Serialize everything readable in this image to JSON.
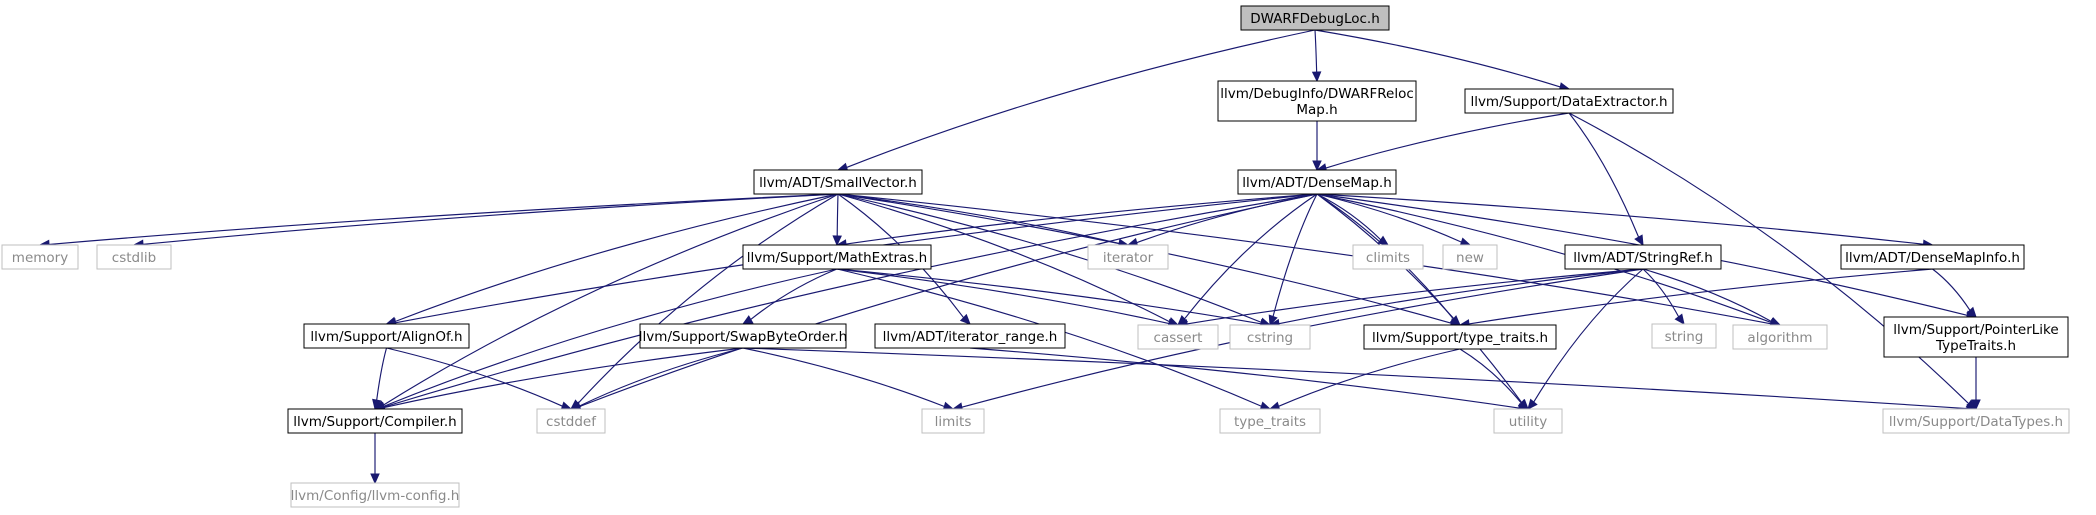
{
  "diagram": {
    "title": "DWARFDebugLoc.h",
    "colors": {
      "edge": "#191970",
      "root_fill": "#bfbfbf",
      "primary_border": "#000000",
      "system_border": "#bfbfbf",
      "system_text": "#8a8a8a"
    },
    "nodes": [
      {
        "id": "root",
        "label": "DWARFDebugLoc.h",
        "kind": "root"
      },
      {
        "id": "relocmap",
        "label": "llvm/DebugInfo/DWARFReloc\nMap.h",
        "kind": "primary"
      },
      {
        "id": "dataextractor",
        "label": "llvm/Support/DataExtractor.h",
        "kind": "primary"
      },
      {
        "id": "smallvector",
        "label": "llvm/ADT/SmallVector.h",
        "kind": "primary"
      },
      {
        "id": "densemap",
        "label": "llvm/ADT/DenseMap.h",
        "kind": "primary"
      },
      {
        "id": "memory",
        "label": "memory",
        "kind": "system"
      },
      {
        "id": "cstdlib",
        "label": "cstdlib",
        "kind": "system"
      },
      {
        "id": "mathextras",
        "label": "llvm/Support/MathExtras.h",
        "kind": "primary"
      },
      {
        "id": "iterator",
        "label": "iterator",
        "kind": "system"
      },
      {
        "id": "climits",
        "label": "climits",
        "kind": "system"
      },
      {
        "id": "new",
        "label": "new",
        "kind": "system"
      },
      {
        "id": "stringref",
        "label": "llvm/ADT/StringRef.h",
        "kind": "primary"
      },
      {
        "id": "densemapinfo",
        "label": "llvm/ADT/DenseMapInfo.h",
        "kind": "primary"
      },
      {
        "id": "alignof",
        "label": "llvm/Support/AlignOf.h",
        "kind": "primary"
      },
      {
        "id": "swapbyteorder",
        "label": "llvm/Support/SwapByteOrder.h",
        "kind": "primary"
      },
      {
        "id": "iteratorrange",
        "label": "llvm/ADT/iterator_range.h",
        "kind": "primary"
      },
      {
        "id": "cassert",
        "label": "cassert",
        "kind": "system"
      },
      {
        "id": "cstring",
        "label": "cstring",
        "kind": "system"
      },
      {
        "id": "typetraitsh",
        "label": "llvm/Support/type_traits.h",
        "kind": "primary"
      },
      {
        "id": "string",
        "label": "string",
        "kind": "system"
      },
      {
        "id": "algorithm",
        "label": "algorithm",
        "kind": "system"
      },
      {
        "id": "pointerlike",
        "label": "llvm/Support/PointerLike\nTypeTraits.h",
        "kind": "primary"
      },
      {
        "id": "compiler",
        "label": "llvm/Support/Compiler.h",
        "kind": "primary"
      },
      {
        "id": "cstddef",
        "label": "cstddef",
        "kind": "system"
      },
      {
        "id": "limits",
        "label": "limits",
        "kind": "system"
      },
      {
        "id": "type_traits",
        "label": "type_traits",
        "kind": "system"
      },
      {
        "id": "utility",
        "label": "utility",
        "kind": "system"
      },
      {
        "id": "datatypes",
        "label": "llvm/Support/DataTypes.h",
        "kind": "system"
      },
      {
        "id": "llvmconfig",
        "label": "llvm/Config/llvm-config.h",
        "kind": "system"
      }
    ],
    "edges": [
      [
        "root",
        "smallvector"
      ],
      [
        "root",
        "relocmap"
      ],
      [
        "root",
        "dataextractor"
      ],
      [
        "relocmap",
        "densemap"
      ],
      [
        "dataextractor",
        "densemap"
      ],
      [
        "dataextractor",
        "stringref"
      ],
      [
        "dataextractor",
        "datatypes"
      ],
      [
        "smallvector",
        "memory"
      ],
      [
        "smallvector",
        "cstdlib"
      ],
      [
        "smallvector",
        "mathextras"
      ],
      [
        "smallvector",
        "iterator"
      ],
      [
        "smallvector",
        "alignof"
      ],
      [
        "smallvector",
        "compiler"
      ],
      [
        "smallvector",
        "iteratorrange"
      ],
      [
        "smallvector",
        "cassert"
      ],
      [
        "smallvector",
        "cstring"
      ],
      [
        "smallvector",
        "typetraitsh"
      ],
      [
        "smallvector",
        "cstddef"
      ],
      [
        "smallvector",
        "algorithm"
      ],
      [
        "densemap",
        "mathextras"
      ],
      [
        "densemap",
        "alignof"
      ],
      [
        "densemap",
        "compiler"
      ],
      [
        "densemap",
        "iterator"
      ],
      [
        "densemap",
        "climits"
      ],
      [
        "densemap",
        "new"
      ],
      [
        "densemap",
        "cassert"
      ],
      [
        "densemap",
        "cstring"
      ],
      [
        "densemap",
        "typetraitsh"
      ],
      [
        "densemap",
        "utility"
      ],
      [
        "densemap",
        "algorithm"
      ],
      [
        "densemap",
        "densemapinfo"
      ],
      [
        "densemap",
        "pointerlike"
      ],
      [
        "densemap",
        "cstddef"
      ],
      [
        "mathextras",
        "swapbyteorder"
      ],
      [
        "mathextras",
        "compiler"
      ],
      [
        "mathextras",
        "cassert"
      ],
      [
        "mathextras",
        "cstring"
      ],
      [
        "mathextras",
        "type_traits"
      ],
      [
        "stringref",
        "cassert"
      ],
      [
        "stringref",
        "cstring"
      ],
      [
        "stringref",
        "string"
      ],
      [
        "stringref",
        "algorithm"
      ],
      [
        "stringref",
        "utility"
      ],
      [
        "stringref",
        "limits"
      ],
      [
        "densemapinfo",
        "typetraitsh"
      ],
      [
        "densemapinfo",
        "pointerlike"
      ],
      [
        "alignof",
        "compiler"
      ],
      [
        "alignof",
        "cstddef"
      ],
      [
        "swapbyteorder",
        "compiler"
      ],
      [
        "swapbyteorder",
        "cstddef"
      ],
      [
        "swapbyteorder",
        "limits"
      ],
      [
        "swapbyteorder",
        "datatypes"
      ],
      [
        "iteratorrange",
        "utility"
      ],
      [
        "typetraitsh",
        "type_traits"
      ],
      [
        "typetraitsh",
        "utility"
      ],
      [
        "pointerlike",
        "datatypes"
      ],
      [
        "compiler",
        "llvmconfig"
      ]
    ]
  }
}
